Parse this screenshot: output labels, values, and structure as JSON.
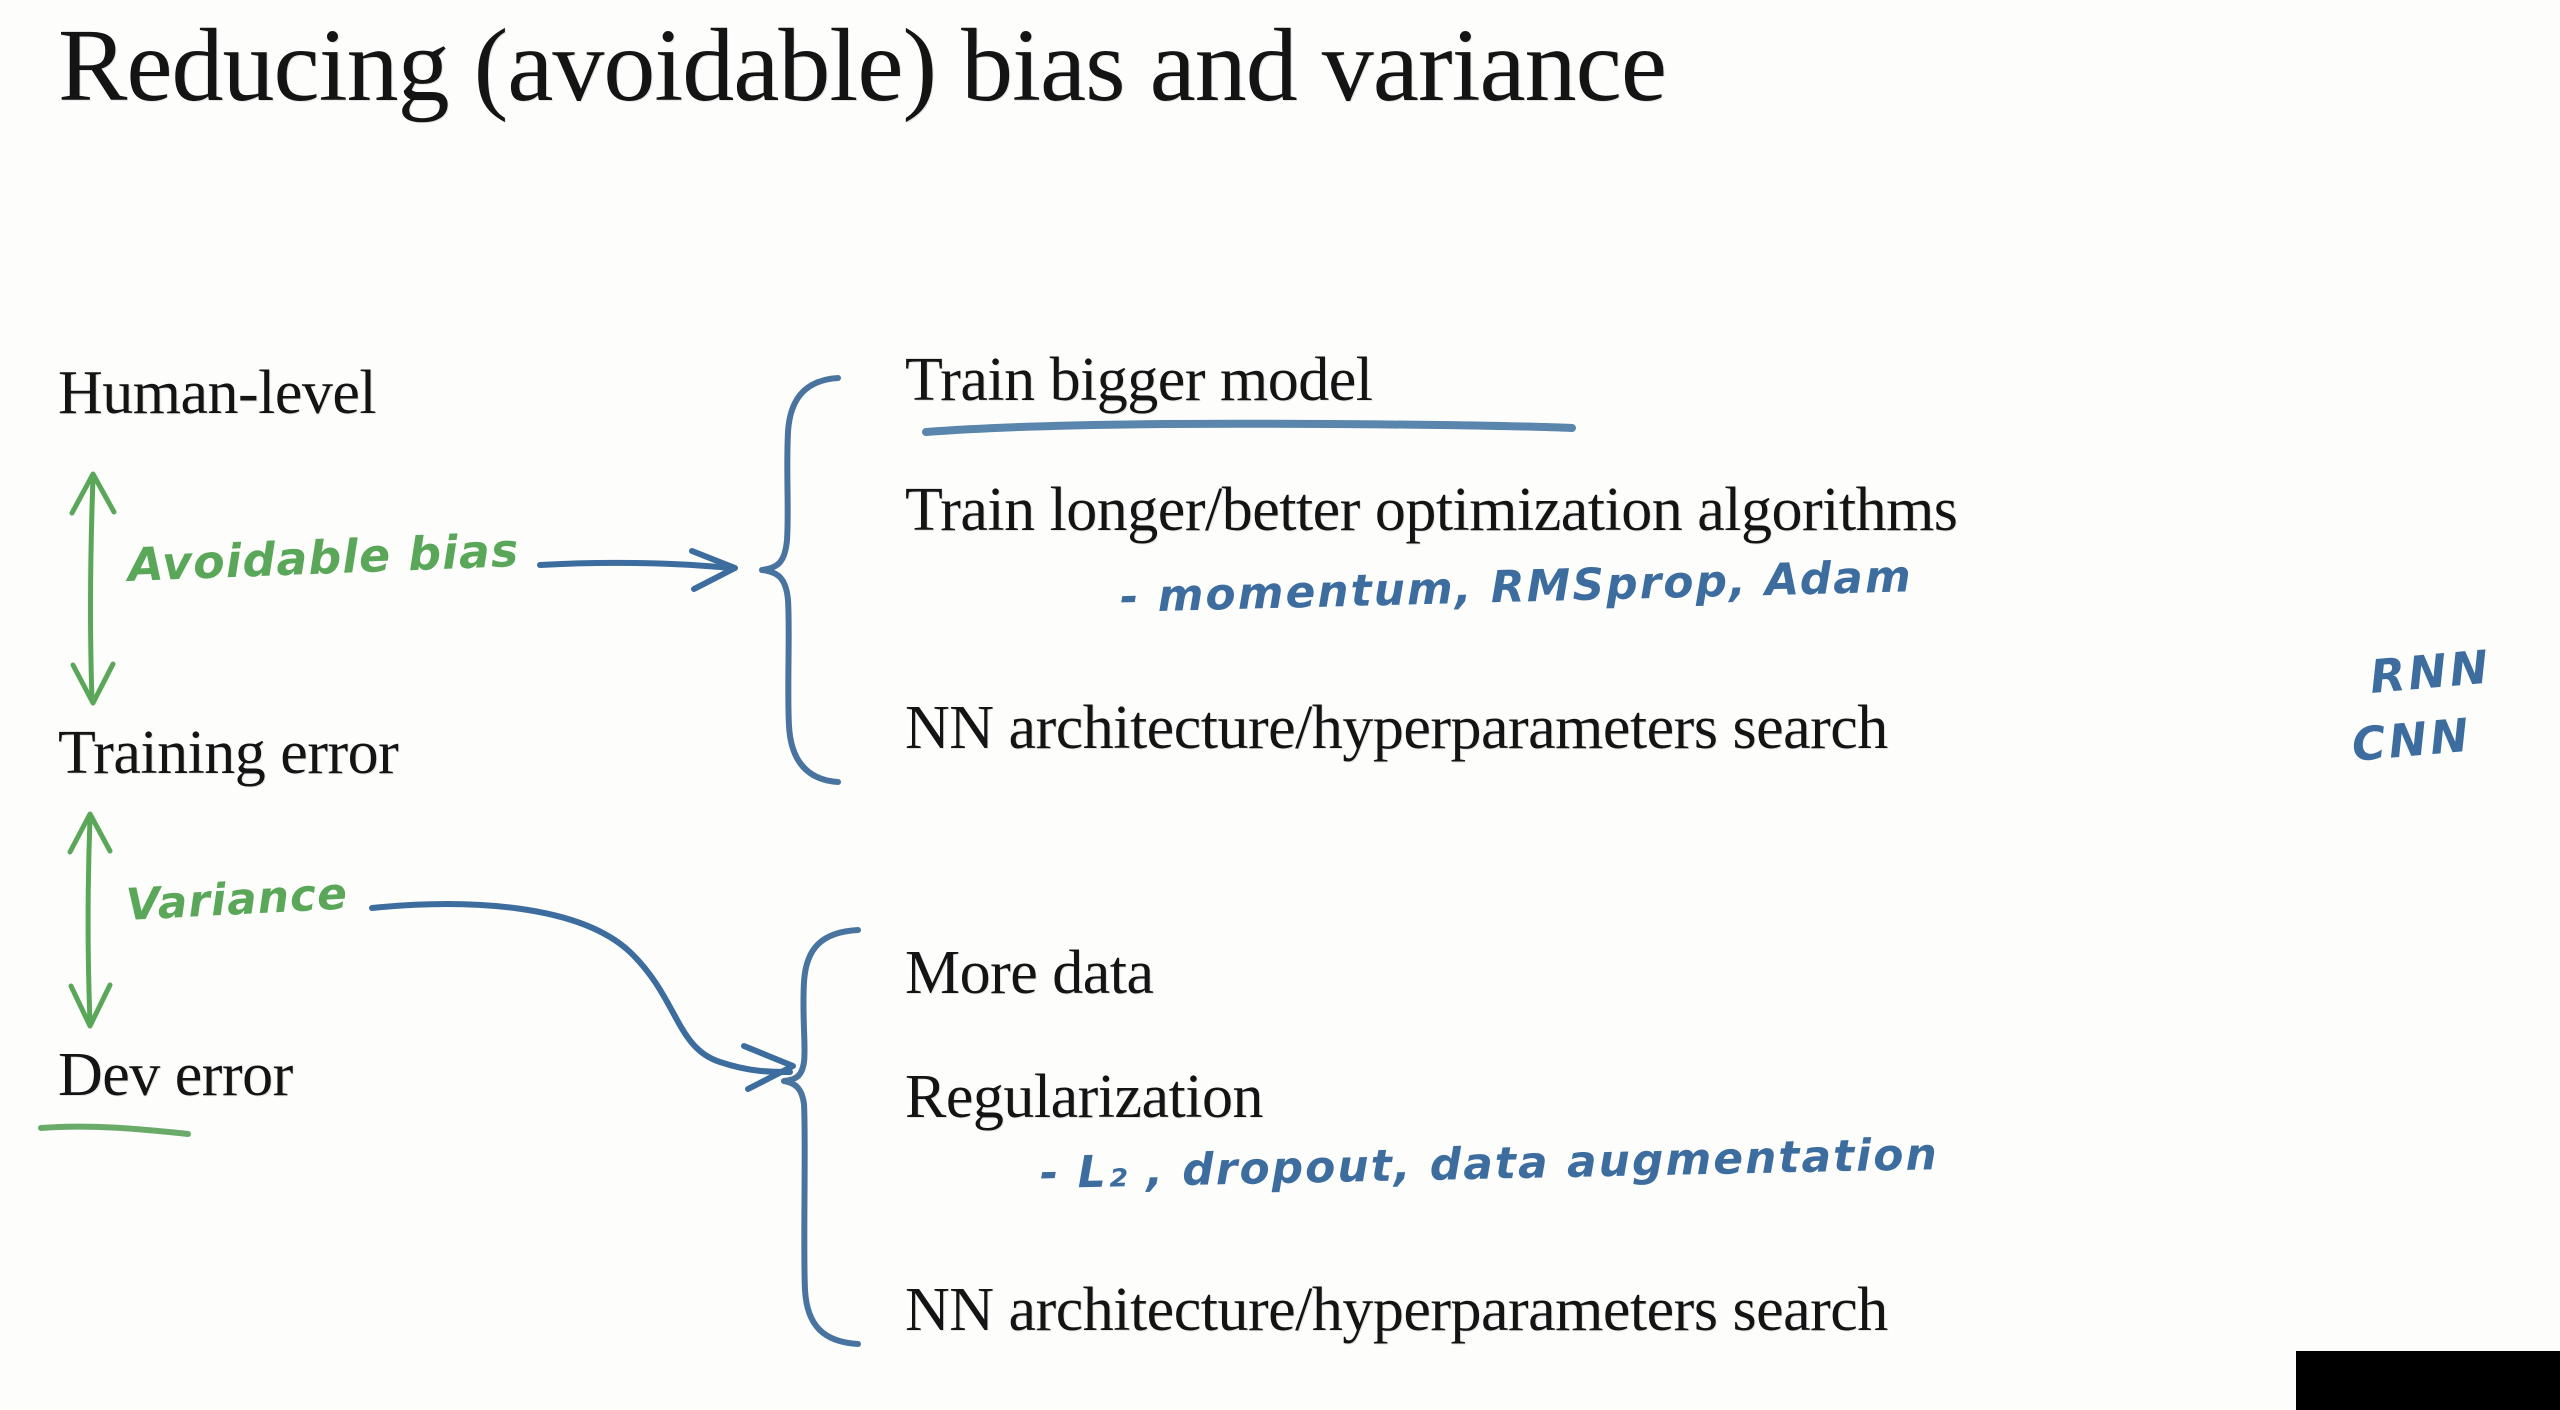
{
  "slide": {
    "title": "Reducing (avoidable) bias and variance",
    "background_color": "#fdfdfc",
    "ink_green": "#5aa75a",
    "ink_blue": "#3c6d9e",
    "text_color": "#141414"
  },
  "error_ladder": {
    "levels": [
      {
        "id": "human-level",
        "label": "Human-level"
      },
      {
        "id": "training-error",
        "label": "Training error"
      },
      {
        "id": "dev-error",
        "label": "Dev error"
      }
    ],
    "gaps": [
      {
        "id": "avoidable-bias",
        "label": "Avoidable bias",
        "between": [
          "Human-level",
          "Training error"
        ],
        "ink": "green"
      },
      {
        "id": "variance",
        "label": "Variance",
        "between": [
          "Training error",
          "Dev error"
        ],
        "ink": "green"
      }
    ]
  },
  "bias_remedies": {
    "heading_gap": "Avoidable bias",
    "items": [
      {
        "label": "Train bigger model",
        "underlined": true
      },
      {
        "label": "Train longer/better optimization algorithms",
        "underlined": false
      },
      {
        "label": "NN architecture/hyperparameters search",
        "underlined": false
      }
    ],
    "annotation": "- momentum, RMSprop, Adam",
    "side_notes": [
      "RNN",
      "CNN"
    ]
  },
  "variance_remedies": {
    "heading_gap": "Variance",
    "items": [
      {
        "label": "More data",
        "underlined": false
      },
      {
        "label": "Regularization",
        "underlined": false
      },
      {
        "label": "NN architecture/hyperparameters search",
        "underlined": false
      }
    ],
    "annotation": "- L₂ , dropout, data augmentation"
  },
  "ink_marks": {
    "train_bigger_model_underline": "blue",
    "dev_error_underline": "green",
    "bias_arrow": "blue",
    "variance_arrow": "blue",
    "top_brace": "blue",
    "bottom_brace": "blue"
  },
  "overlay": {
    "black_box_label": "black-mask-rectangle"
  }
}
